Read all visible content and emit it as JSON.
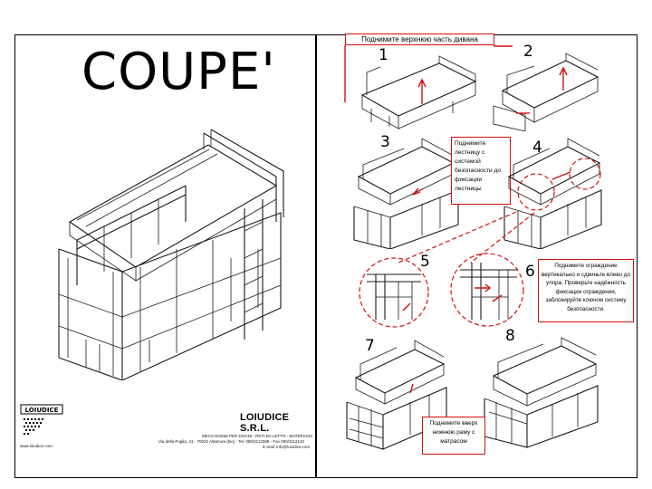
{
  "document": {
    "title": "COUPE'",
    "steps": [
      "1",
      "2",
      "3",
      "4",
      "5",
      "6",
      "7",
      "8"
    ],
    "callouts": {
      "top": "Поднимите верхнюю часть дивана",
      "ladder": "Поднимите лестницу с системой безопасности до фиксации лестницы",
      "guard": "Поднимите ограждение вертикально и сдвиньте влево до упора. Проверьте надёжность фиксации ограждения, заблокируйте ключом систему безопасности.",
      "bottom": "Поднимите вверх нижнюю раму с матрасом"
    },
    "company": {
      "name": "LOIUDICE S.R.L.",
      "line1": "MECCANISMI PER DIVANI - RETI DA LETTO - MATERASSI",
      "line2": "Via della Puglia, 41 - 70022 Altamura (BA) - Tel. 080/3112088 - Fax 080/3112132",
      "line3": "E-mail: info@loiudice.com",
      "logo_text": "LOIUDICE",
      "website": "www.loiudice.com"
    },
    "colors": {
      "accent": "#d21010",
      "ink": "#1a1a1a",
      "frame": "#000000"
    }
  }
}
